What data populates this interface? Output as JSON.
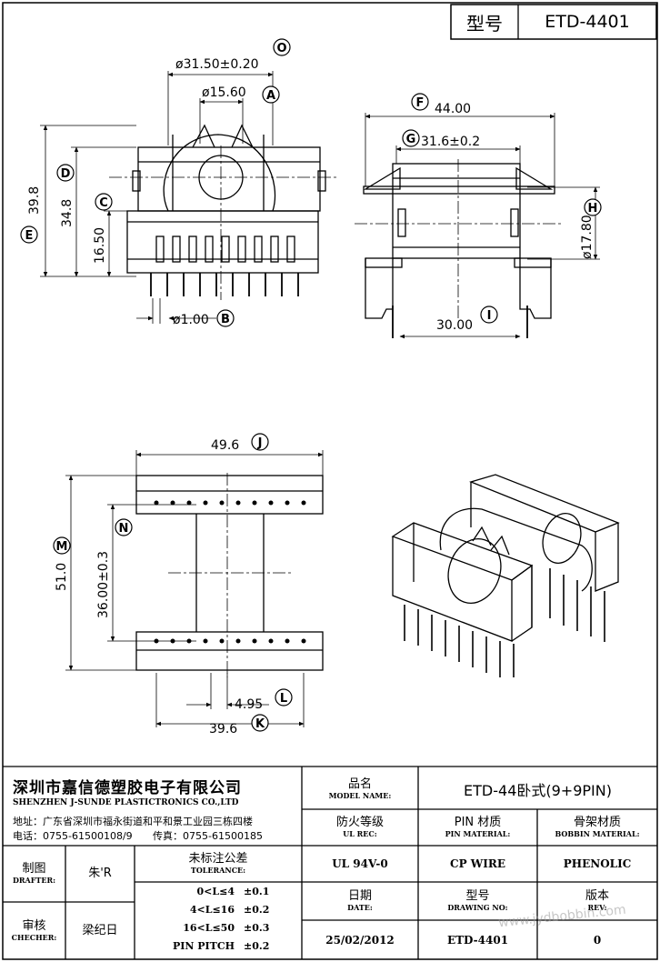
{
  "header": {
    "type_label": "型号",
    "type_value": "ETD-4401"
  },
  "dims": {
    "o": "ø31.50±0.20",
    "a": "ø15.60",
    "d": "34.8",
    "e": "39.8",
    "c": "16.50",
    "b": "ø1.00",
    "f": "44.00",
    "g": "31.6±0.2",
    "h": "ø17.80",
    "i": "30.00",
    "j": "49.6",
    "m": "51.0",
    "n": "36.00±0.3",
    "l": "4.95",
    "k": "39.6"
  },
  "markers": [
    "O",
    "A",
    "D",
    "E",
    "C",
    "B",
    "F",
    "G",
    "H",
    "I",
    "J",
    "M",
    "N",
    "L",
    "K"
  ],
  "company": {
    "name_cn": "深圳市嘉信德塑胶电子有限公司",
    "name_en": "SHENZHEN J-SUNDE PLASTICTRONICS CO.,LTD",
    "address": "地址：广东省深圳市福永街道和平和景工业园三栋四楼",
    "phone": "电话：0755-61500108/9",
    "fax": "传真：0755-61500185"
  },
  "table": {
    "model_name_cn": "品名",
    "model_name_en": "MODEL NAME:",
    "model_name_value": "ETD-44卧式(9+9PIN)",
    "ul_cn": "防火等级",
    "ul_en": "UL REC:",
    "ul_value": "UL 94V-0",
    "pin_cn": "PIN 材质",
    "pin_en": "PIN MATERIAL:",
    "pin_value": "CP WIRE",
    "bobbin_cn": "骨架材质",
    "bobbin_en": "BOBBIN MATERIAL:",
    "bobbin_value": "PHENOLIC",
    "drafter_cn": "制图",
    "drafter_en": "DRAFTER:",
    "drafter_value": "朱'R",
    "checker_cn": "审核",
    "checker_en": "CHECHER:",
    "checker_value": "梁纪日",
    "tol_cn": "未标注公差",
    "tol_en": "TOLERANCE:",
    "tol_rows": [
      {
        "range": "0<L≤4",
        "val": "±0.1"
      },
      {
        "range": "4<L≤16",
        "val": "±0.2"
      },
      {
        "range": "16<L≤50",
        "val": "±0.3"
      },
      {
        "range": "PIN PITCH",
        "val": "±0.2"
      }
    ],
    "date_cn": "日期",
    "date_en": "DATE:",
    "date_value": "25/02/2012",
    "drawing_cn": "型号",
    "drawing_en": "DRAWING NO:",
    "drawing_value": "ETD-4401",
    "rev_cn": "版本",
    "rev_en": "REV:",
    "rev_value": "0"
  },
  "watermark": "www.jydbobbin.com"
}
